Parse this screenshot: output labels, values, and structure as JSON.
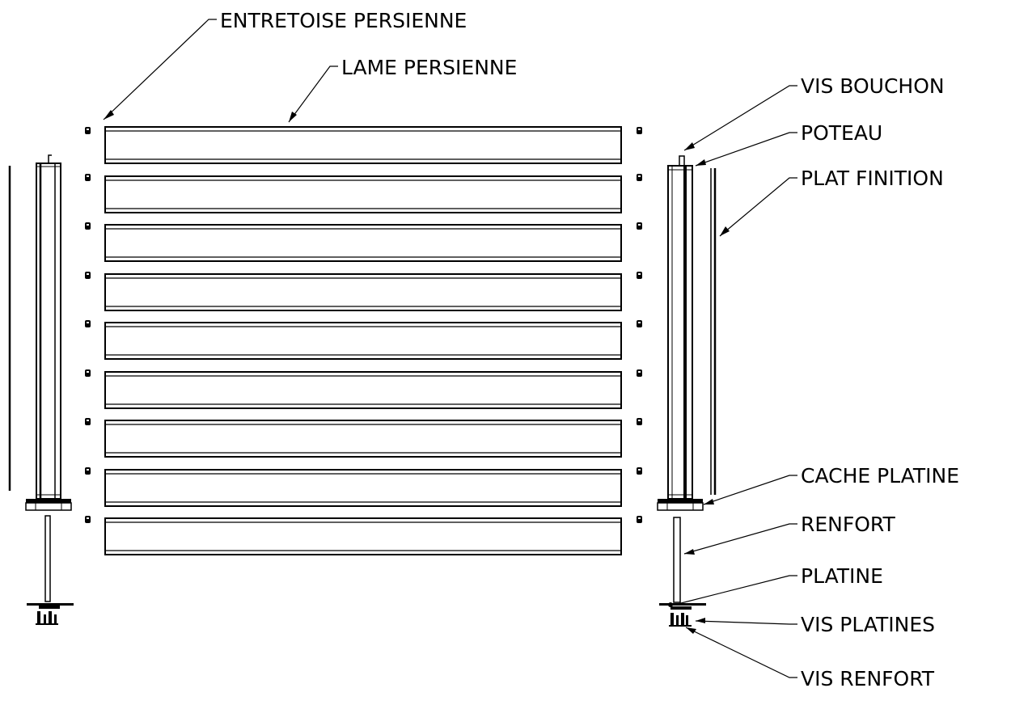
{
  "labels": {
    "entretoise": "ENTRETOISE PERSIENNE",
    "lame": "LAME PERSIENNE",
    "vis_bouchon": "VIS BOUCHON",
    "poteau": "POTEAU",
    "plat_finition": "PLAT FINITION",
    "cache_platine": "CACHE PLATINE",
    "renfort": "RENFORT",
    "platine": "PLATINE",
    "vis_platines": "VIS PLATINES",
    "vis_renfort": "VIS RENFORT"
  },
  "slat_count": 9
}
